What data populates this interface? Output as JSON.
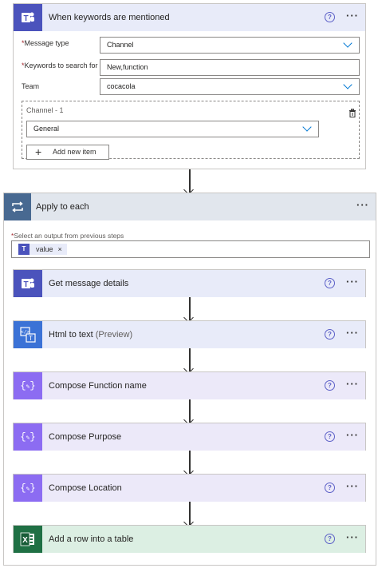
{
  "trigger": {
    "title": "When keywords are mentioned",
    "message_type_label": "Message type",
    "message_type_value": "Channel",
    "keywords_label": "Keywords to search for",
    "keywords_value": "New,function",
    "team_label": "Team",
    "team_value": "cocacola",
    "channel_label": "Channel - 1",
    "channel_value": "General",
    "add_item_label": "Add new item",
    "required_marker": "*"
  },
  "loop": {
    "title": "Apply to each",
    "select_label": "Select an output from previous steps",
    "token_label": "value",
    "token_remove": "×"
  },
  "actions": [
    {
      "title": "Get message details",
      "suffix": "",
      "icon": "teams-icon"
    },
    {
      "title": "Html to text",
      "suffix": "(Preview)",
      "icon": "html-to-text-icon"
    },
    {
      "title": "Compose Function name",
      "suffix": "",
      "icon": "compose-icon"
    },
    {
      "title": "Compose Purpose",
      "suffix": "",
      "icon": "compose-icon"
    },
    {
      "title": "Compose Location",
      "suffix": "",
      "icon": "compose-icon"
    },
    {
      "title": "Add a row into a table",
      "suffix": "",
      "icon": "excel-icon"
    }
  ],
  "common": {
    "help_glyph": "?",
    "more_glyph": "···"
  },
  "colors": {
    "teams": "#4b53bc",
    "compose": "#8c6cf2",
    "html": "#3b72d6",
    "excel": "#1f7044",
    "loop": "#486991"
  }
}
